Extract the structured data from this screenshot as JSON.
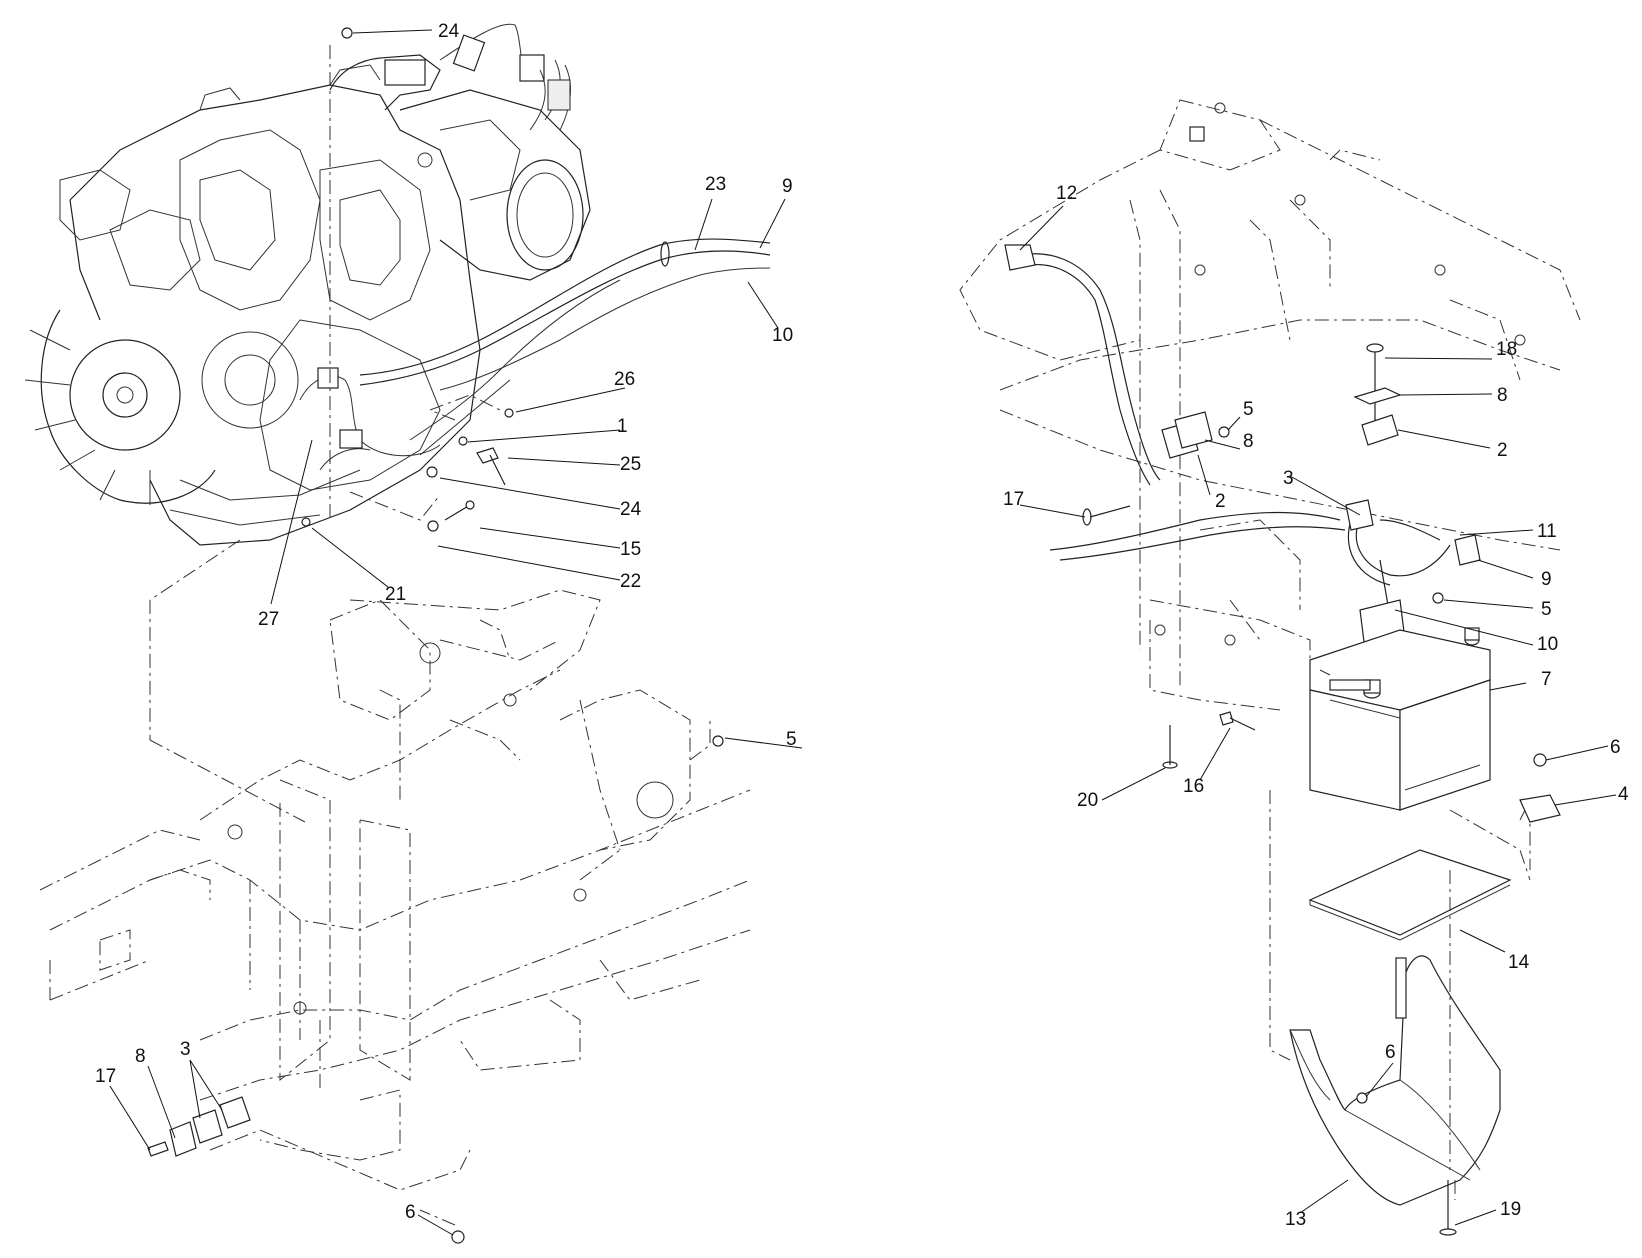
{
  "callouts": [
    {
      "id": "c24a",
      "text": "24"
    },
    {
      "id": "c23",
      "text": "23"
    },
    {
      "id": "c9a",
      "text": "9"
    },
    {
      "id": "c10a",
      "text": "10"
    },
    {
      "id": "c26",
      "text": "26"
    },
    {
      "id": "c1",
      "text": "1"
    },
    {
      "id": "c25",
      "text": "25"
    },
    {
      "id": "c24b",
      "text": "24"
    },
    {
      "id": "c15",
      "text": "15"
    },
    {
      "id": "c22",
      "text": "22"
    },
    {
      "id": "c21",
      "text": "21"
    },
    {
      "id": "c27",
      "text": "27"
    },
    {
      "id": "c5a",
      "text": "5"
    },
    {
      "id": "c3a",
      "text": "3"
    },
    {
      "id": "c8a",
      "text": "8"
    },
    {
      "id": "c17a",
      "text": "17"
    },
    {
      "id": "c6a",
      "text": "6"
    },
    {
      "id": "c12",
      "text": "12"
    },
    {
      "id": "c18",
      "text": "18"
    },
    {
      "id": "c8b",
      "text": "8"
    },
    {
      "id": "c5b",
      "text": "5"
    },
    {
      "id": "c8c",
      "text": "8"
    },
    {
      "id": "c2a",
      "text": "2"
    },
    {
      "id": "c3b",
      "text": "3"
    },
    {
      "id": "c2b",
      "text": "2"
    },
    {
      "id": "c17b",
      "text": "17"
    },
    {
      "id": "c11",
      "text": "11"
    },
    {
      "id": "c9b",
      "text": "9"
    },
    {
      "id": "c5c",
      "text": "5"
    },
    {
      "id": "c10b",
      "text": "10"
    },
    {
      "id": "c7",
      "text": "7"
    },
    {
      "id": "c6b",
      "text": "6"
    },
    {
      "id": "c4",
      "text": "4"
    },
    {
      "id": "c20",
      "text": "20"
    },
    {
      "id": "c16",
      "text": "16"
    },
    {
      "id": "c14",
      "text": "14"
    },
    {
      "id": "c6c",
      "text": "6"
    },
    {
      "id": "c13",
      "text": "13"
    },
    {
      "id": "c19",
      "text": "19"
    }
  ]
}
